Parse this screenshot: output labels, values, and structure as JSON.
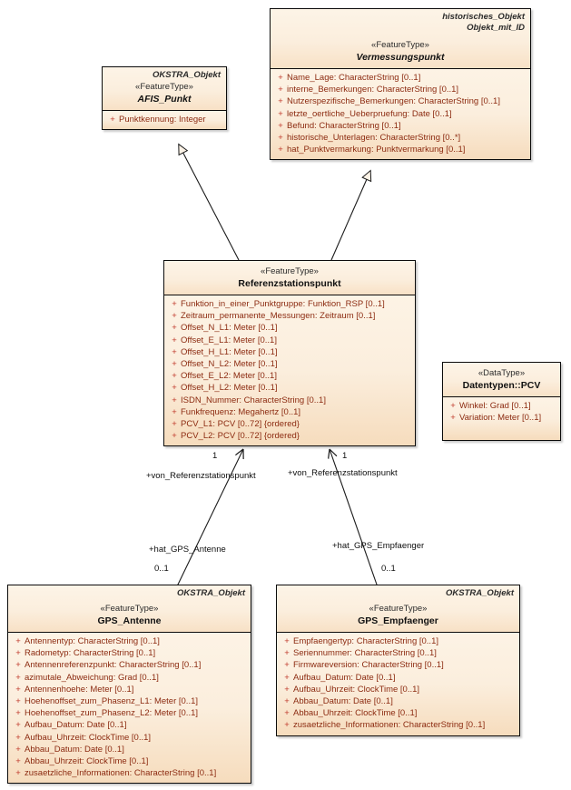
{
  "diagram": {
    "type": "uml-class-diagram",
    "colors": {
      "class_fill": "#fbeedd",
      "class_fill_alt": "#f6dcbd",
      "border": "#0b0b0b",
      "attribute_text": "#8c2b11",
      "visibility_marker": "#c0392b",
      "background": "#ffffff"
    }
  },
  "classes": {
    "afis_punkt": {
      "tags": [
        "OKSTRA_Objekt"
      ],
      "stereotype": "«FeatureType»",
      "name": "AFIS_Punkt",
      "attributes": [
        {
          "vis": "+",
          "sig": "Punktkennung: Integer"
        }
      ]
    },
    "vermessungspunkt": {
      "tags": [
        "historisches_Objekt",
        "Objekt_mit_ID"
      ],
      "stereotype": "«FeatureType»",
      "name": "Vermessungspunkt",
      "attributes": [
        {
          "vis": "+",
          "sig": "Name_Lage: CharacterString [0..1]"
        },
        {
          "vis": "+",
          "sig": "interne_Bemerkungen: CharacterString [0..1]"
        },
        {
          "vis": "+",
          "sig": "Nutzerspezifische_Bemerkungen: CharacterString [0..1]"
        },
        {
          "vis": "+",
          "sig": "letzte_oertliche_Ueberpruefung: Date [0..1]"
        },
        {
          "vis": "+",
          "sig": "Befund: CharacterString [0..1]"
        },
        {
          "vis": "+",
          "sig": "historische_Unterlagen: CharacterString [0..*]"
        },
        {
          "vis": "+",
          "sig": "hat_Punktvermarkung: Punktvermarkung [0..1]"
        }
      ]
    },
    "referenzstationspunkt": {
      "tags": [],
      "stereotype": "«FeatureType»",
      "name": "Referenzstationspunkt",
      "attributes": [
        {
          "vis": "+",
          "sig": "Funktion_in_einer_Punktgruppe: Funktion_RSP [0..1]"
        },
        {
          "vis": "+",
          "sig": "Zeitraum_permanente_Messungen: Zeitraum [0..1]"
        },
        {
          "vis": "+",
          "sig": "Offset_N_L1: Meter [0..1]"
        },
        {
          "vis": "+",
          "sig": "Offset_E_L1: Meter [0..1]"
        },
        {
          "vis": "+",
          "sig": "Offset_H_L1: Meter [0..1]"
        },
        {
          "vis": "+",
          "sig": "Offset_N_L2: Meter [0..1]"
        },
        {
          "vis": "+",
          "sig": "Offset_E_L2: Meter [0..1]"
        },
        {
          "vis": "+",
          "sig": "Offset_H_L2: Meter [0..1]"
        },
        {
          "vis": "+",
          "sig": "ISDN_Nummer: CharacterString [0..1]"
        },
        {
          "vis": "+",
          "sig": "Funkfrequenz: Megahertz [0..1]"
        },
        {
          "vis": "+",
          "sig": "PCV_L1: PCV [0..72] {ordered}"
        },
        {
          "vis": "+",
          "sig": "PCV_L2: PCV [0..72] {ordered}"
        }
      ]
    },
    "datentypen_pcv": {
      "tags": [],
      "stereotype": "«DataType»",
      "name": "Datentypen::PCV",
      "attributes": [
        {
          "vis": "+",
          "sig": "Winkel: Grad [0..1]"
        },
        {
          "vis": "+",
          "sig": "Variation: Meter [0..1]"
        }
      ]
    },
    "gps_antenne": {
      "tags": [
        "OKSTRA_Objekt"
      ],
      "stereotype": "«FeatureType»",
      "name": "GPS_Antenne",
      "attributes": [
        {
          "vis": "+",
          "sig": "Antennentyp: CharacterString [0..1]"
        },
        {
          "vis": "+",
          "sig": "Radometyp: CharacterString [0..1]"
        },
        {
          "vis": "+",
          "sig": "Antennenreferenzpunkt: CharacterString [0..1]"
        },
        {
          "vis": "+",
          "sig": "azimutale_Abweichung: Grad [0..1]"
        },
        {
          "vis": "+",
          "sig": "Antennenhoehe: Meter [0..1]"
        },
        {
          "vis": "+",
          "sig": "Hoehenoffset_zum_Phasenz_L1: Meter [0..1]"
        },
        {
          "vis": "+",
          "sig": "Hoehenoffset_zum_Phasenz_L2: Meter [0..1]"
        },
        {
          "vis": "+",
          "sig": "Aufbau_Datum: Date [0..1]"
        },
        {
          "vis": "+",
          "sig": "Aufbau_Uhrzeit: ClockTime [0..1]"
        },
        {
          "vis": "+",
          "sig": "Abbau_Datum: Date [0..1]"
        },
        {
          "vis": "+",
          "sig": "Abbau_Uhrzeit: ClockTime [0..1]"
        },
        {
          "vis": "+",
          "sig": "zusaetzliche_Informationen: CharacterString [0..1]"
        }
      ]
    },
    "gps_empfaenger": {
      "tags": [
        "OKSTRA_Objekt"
      ],
      "stereotype": "«FeatureType»",
      "name": "GPS_Empfaenger",
      "attributes": [
        {
          "vis": "+",
          "sig": "Empfaengertyp: CharacterString [0..1]"
        },
        {
          "vis": "+",
          "sig": "Seriennummer: CharacterString [0..1]"
        },
        {
          "vis": "+",
          "sig": "Firmwareversion: CharacterString [0..1]"
        },
        {
          "vis": "+",
          "sig": "Aufbau_Datum: Date [0..1]"
        },
        {
          "vis": "+",
          "sig": "Aufbau_Uhrzeit: ClockTime [0..1]"
        },
        {
          "vis": "+",
          "sig": "Abbau_Datum: Date [0..1]"
        },
        {
          "vis": "+",
          "sig": "Abbau_Uhrzeit: ClockTime [0..1]"
        },
        {
          "vis": "+",
          "sig": "zusaetzliche_Informationen: CharacterString [0..1]"
        }
      ]
    }
  },
  "edges": {
    "antenne": {
      "source_mult": "1",
      "source_role": "+von_Referenzstationspunkt",
      "target_role": "+hat_GPS_Antenne",
      "target_mult": "0..1"
    },
    "empfaenger": {
      "source_mult": "1",
      "source_role": "+von_Referenzstationspunkt",
      "target_role": "+hat_GPS_Empfaenger",
      "target_mult": "0..1"
    }
  }
}
